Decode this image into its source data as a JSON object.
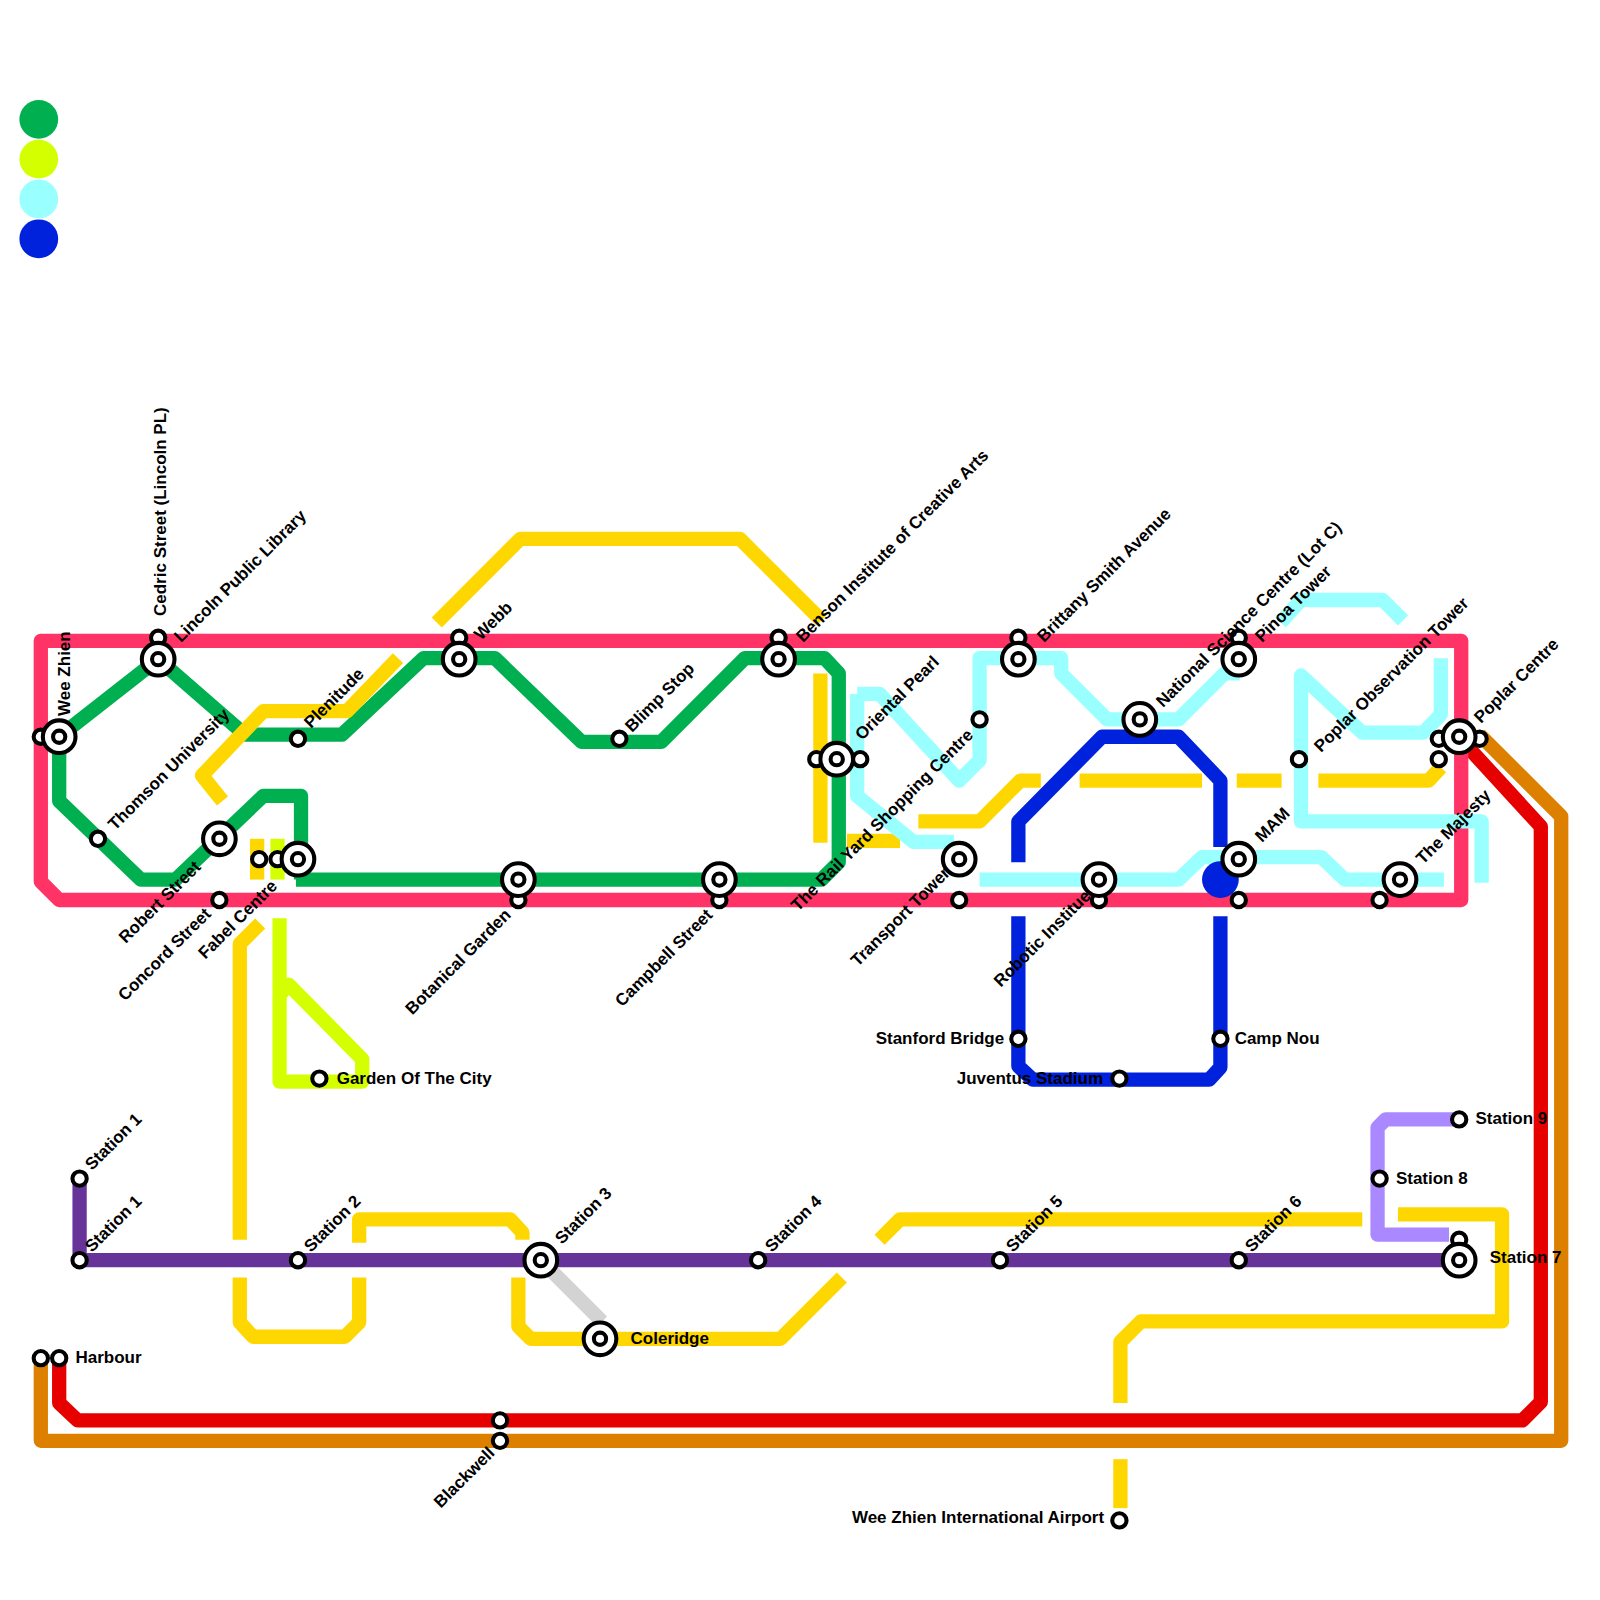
{
  "diagram": {
    "labels": [
      "Wee Zhien",
      "Cedric Street (Lincoln PL)",
      "Lincoln Public Library",
      "Thomson University",
      "Plenitude",
      "Webb",
      "Blimp Stop",
      "Benson Institute of Creative Arts",
      "Oriental Pearl",
      "The Rail Yard Shopping Centre",
      "Brittany Smith Avenue",
      "National Science Centre (Lot C)",
      "Pinoa Tower",
      "Poplar Observation Tower",
      "Poplar Centre",
      "MAM",
      "The Majesty",
      "Robert Street",
      "Concord Street",
      "Fabel Centre",
      "Garden Of The City",
      "Botanical Garden",
      "Campbell Street",
      "Transport Tower",
      "Robotic Institue",
      "Stanford Bridge",
      "Juventus Stadium",
      "Camp Nou",
      "Station 1",
      "Station 1",
      "Station 2",
      "Station 3",
      "Station 4",
      "Station 5",
      "Station 6",
      "Station 7",
      "Station 8",
      "Station 9",
      "Coleridge",
      "Harbour",
      "Blackwell",
      "Wee Zhien International Airport"
    ]
  }
}
